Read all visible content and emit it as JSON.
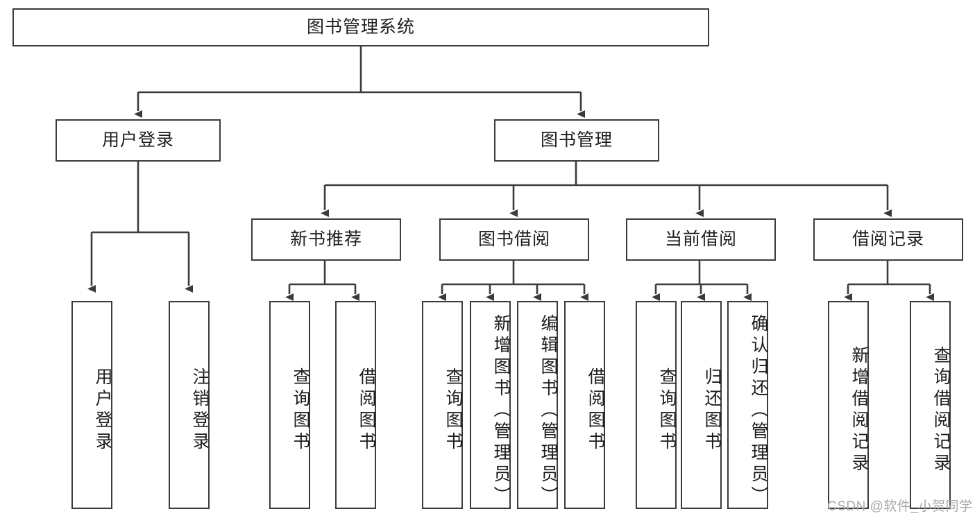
{
  "diagram": {
    "type": "tree",
    "title": "图书管理系统",
    "root": {
      "label": "图书管理系统"
    },
    "level1": [
      {
        "label": "用户登录"
      },
      {
        "label": "图书管理"
      }
    ],
    "level2": [
      {
        "label": "新书推荐",
        "parent": "图书管理"
      },
      {
        "label": "图书借阅",
        "parent": "图书管理"
      },
      {
        "label": "当前借阅",
        "parent": "图书管理"
      },
      {
        "label": "借阅记录",
        "parent": "图书管理"
      }
    ],
    "leaves": {
      "用户登录": [
        "用户登录",
        "注销登录"
      ],
      "新书推荐": [
        "查询图书",
        "借阅图书"
      ],
      "图书借阅": [
        "查询图书",
        "新增图书（管理员）",
        "编辑图书（管理员）",
        "借阅图书"
      ],
      "当前借阅": [
        "查询图书",
        "归还图书",
        "确认归还（管理员）"
      ],
      "借阅记录": [
        "新增借阅记录",
        "查询借阅记录"
      ]
    }
  },
  "nodes": {
    "root": "图书管理系统",
    "user_login": "用户登录",
    "book_manage": "图书管理",
    "new_book_rec": "新书推荐",
    "book_borrow": "图书借阅",
    "current_borrow": "当前借阅",
    "borrow_record": "借阅记录",
    "leaf_user_login": "用户登录",
    "leaf_logout": "注销登录",
    "leaf_query_book_1": "查询图书",
    "leaf_borrow_book_1": "借阅图书",
    "leaf_query_book_2": "查询图书",
    "leaf_add_book_admin": "新增图书（管理员）",
    "leaf_edit_book_admin": "编辑图书（管理员）",
    "leaf_borrow_book_2": "借阅图书",
    "leaf_query_book_3": "查询图书",
    "leaf_return_book": "归还图书",
    "leaf_confirm_return_admin": "确认归还（管理员）",
    "leaf_add_record": "新增借阅记录",
    "leaf_query_record": "查询借阅记录"
  },
  "watermark": {
    "text": "CSDN @软件_小贺同学"
  },
  "colors": {
    "border": "#3b3b3b",
    "edge": "#3b3b3b",
    "background": "#ffffff",
    "text": "#1d1d1d",
    "watermark": "#a8a8a8"
  }
}
